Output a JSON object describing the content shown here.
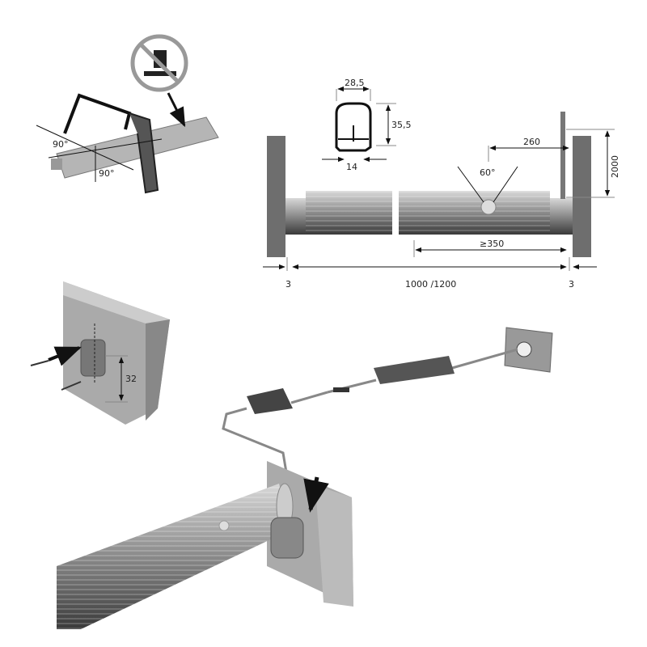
{
  "cut_section": {
    "angle_1": "90°",
    "angle_2": "90°",
    "no_weight_icon": "no-weight-icon"
  },
  "profile": {
    "width": "28,5",
    "height": "35,5",
    "slot_width": "14"
  },
  "tube_assembly": {
    "sensor_offset": "260",
    "height": "2000",
    "sensor_angle": "60°",
    "min_sensor_distance": "≥350",
    "gap_left": "3",
    "length": "1000 /1200",
    "gap_right": "3"
  },
  "bracket": {
    "hole_spacing": "32"
  }
}
